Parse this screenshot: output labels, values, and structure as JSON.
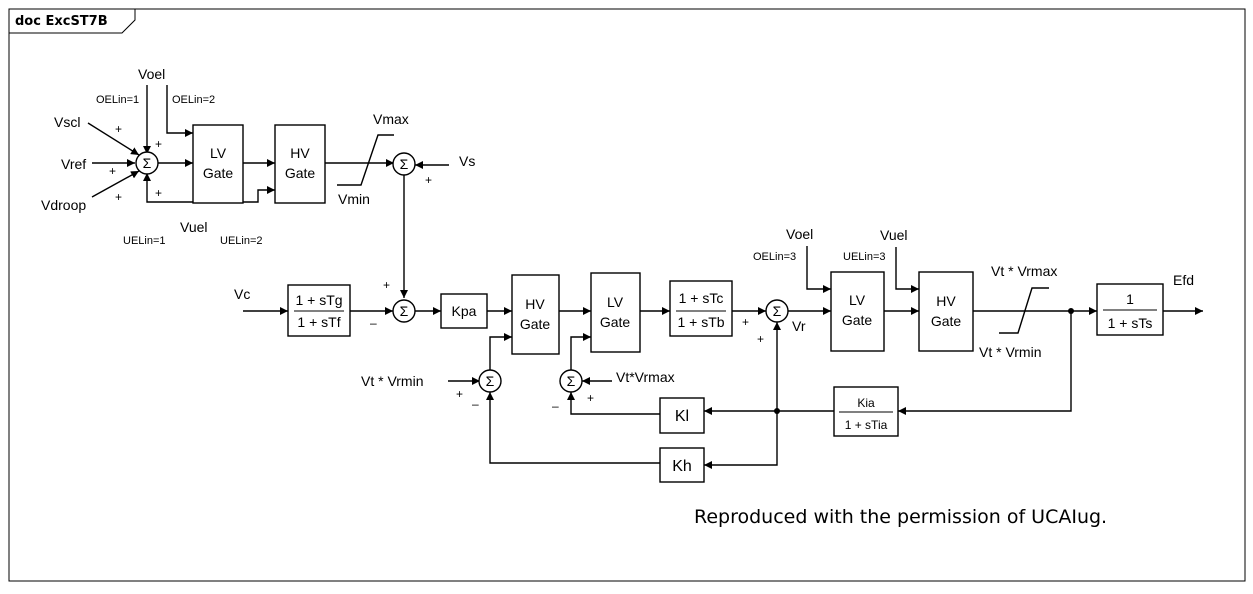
{
  "frame_title": "doc ExcST7B",
  "credit": "Reproduced with the permission of UCAIug.",
  "signals": {
    "vscl": "Vscl",
    "vref": "Vref",
    "vdroop": "Vdroop",
    "voel_top": "Voel",
    "vuel_top": "Vuel",
    "oelin1": "OELin=1",
    "oelin2": "OELin=2",
    "uelin1": "UELin=1",
    "uelin2": "UELin=2",
    "vmax": "Vmax",
    "vmin": "Vmin",
    "vs": "Vs",
    "vc": "Vc",
    "vt_vrmin_left": "Vt * Vrmin",
    "vt_vrmax_mid": "Vt*Vrmax",
    "vr": "Vr",
    "voel_right": "Voel",
    "vuel_right": "Vuel",
    "oelin3": "OELin=3",
    "uelin3": "UELin=3",
    "vt_vrmax_right": "Vt * Vrmax",
    "vt_vrmin_right": "Vt * Vrmin",
    "efd": "Efd"
  },
  "signs": {
    "plus": "+",
    "minus": "–"
  },
  "blocks": {
    "gate_lv": [
      "LV",
      "Gate"
    ],
    "gate_hv": [
      "HV",
      "Gate"
    ],
    "tg_num": "1 + sTg",
    "tg_den": "1 + sTf",
    "kpa": "Kpa",
    "tc_num": "1 + sTc",
    "tc_den": "1 + sTb",
    "ts_num": "1",
    "ts_den": "1 + sTs",
    "kia_num": "Kia",
    "kia_den": "1 + sTia",
    "kl": "Kl",
    "kh": "Kh"
  },
  "summer_symbol": "Σ"
}
